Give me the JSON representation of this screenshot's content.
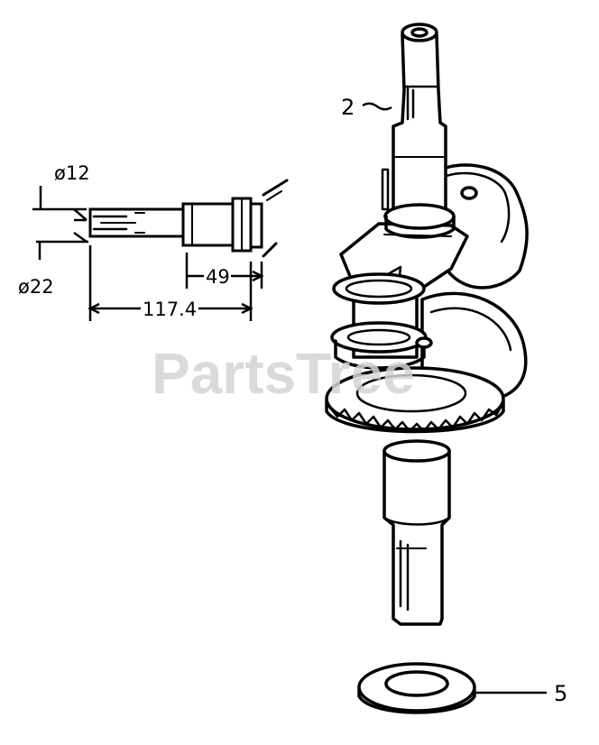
{
  "watermark": "PartsTree",
  "detail_dimensions": {
    "small_diameter": "ø12",
    "large_diameter": "ø22",
    "step_length": "49",
    "overall_length": "117.4"
  },
  "callouts": {
    "crankshaft": "2",
    "washer": "5"
  },
  "colors": {
    "ink": "#000000",
    "paper": "#ffffff",
    "watermark": "#d4d4d4"
  }
}
